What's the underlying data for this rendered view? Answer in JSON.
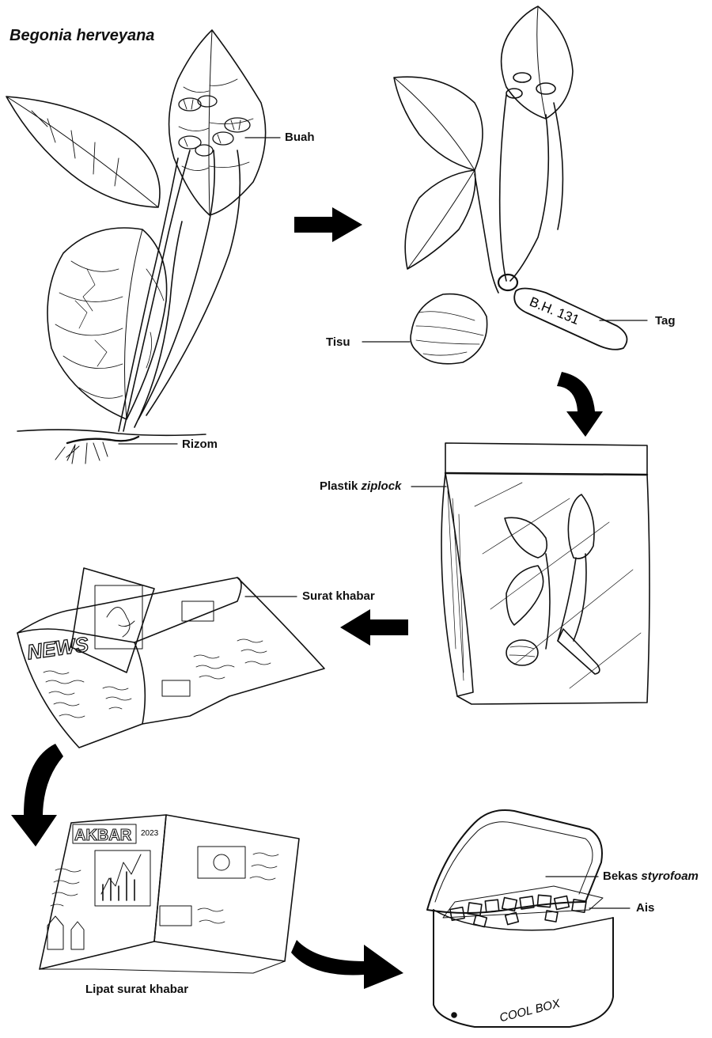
{
  "title": "Begonia herveyana",
  "labels": {
    "buah": "Buah",
    "rizom": "Rizom",
    "tisu": "Tisu",
    "tag": "Tag",
    "plastik": "Plastik",
    "plastik_italic": "ziplock",
    "surat_khabar": "Surat khabar",
    "lipat": "Lipat surat khabar",
    "bekas": "Bekas",
    "bekas_italic": "styrofoam",
    "ais": "Ais"
  },
  "drawn_text": {
    "tag_code": "B.H. 131",
    "newspaper_masthead": "NEWS",
    "folded_masthead": "AKBAR",
    "folded_year": "2023",
    "coolbox": "COOL BOX"
  },
  "colors": {
    "ink": "#111111",
    "background": "#ffffff",
    "arrow": "#000000"
  }
}
